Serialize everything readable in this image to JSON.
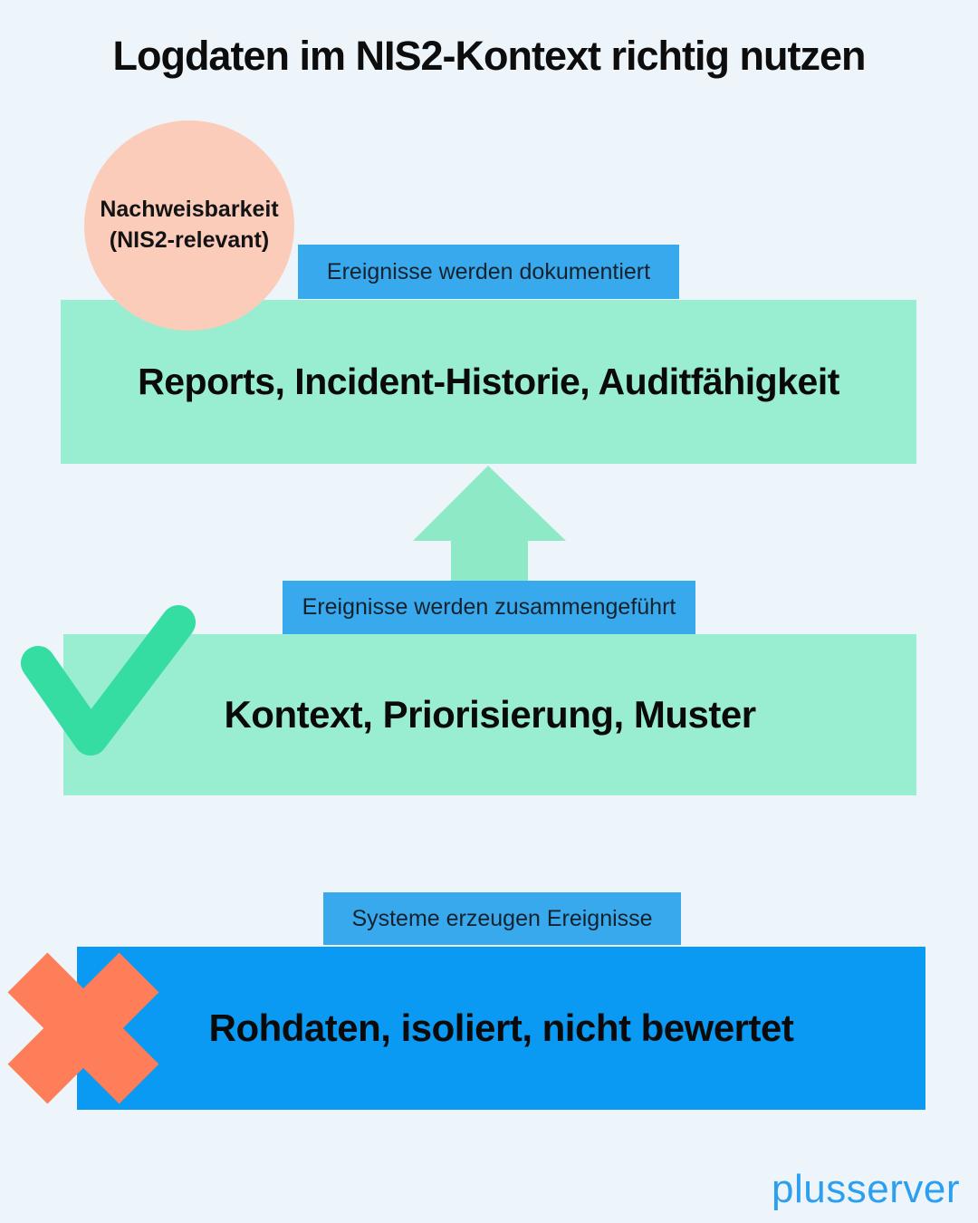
{
  "title": "Logdaten im NIS2-Kontext richtig nutzen",
  "badge": {
    "text": "Nachweisbarkeit\n(NIS2-relevant)"
  },
  "levels": [
    {
      "label": "Ereignisse werden dokumentiert",
      "content": "Reports, Incident-Historie, Auditfähigkeit",
      "status": "positive"
    },
    {
      "label": "Ereignisse werden zusammengeführt",
      "content": "Kontext, Priorisierung, Muster",
      "status": "positive"
    },
    {
      "label": "Systeme erzeugen Ereignisse",
      "content": "Rohdaten, isoliert, nicht bewertet",
      "status": "negative"
    }
  ],
  "icons": {
    "arrow": "arrow-up-icon",
    "check": "checkmark-icon",
    "cross": "x-icon"
  },
  "colors": {
    "background": "#edf5fb",
    "mint_box": "#99edd0",
    "mint_arrow": "#8de9c6",
    "label_blue": "#37a9ec",
    "deep_blue_box": "#0a9af3",
    "peach_circle": "#fcccbb",
    "check_green": "#35dda2",
    "cross_coral": "#fd7e58",
    "brand_blue": "#2d9ff0",
    "text_dark": "#0d0d0d"
  },
  "footer": {
    "brand": "plusserver"
  }
}
